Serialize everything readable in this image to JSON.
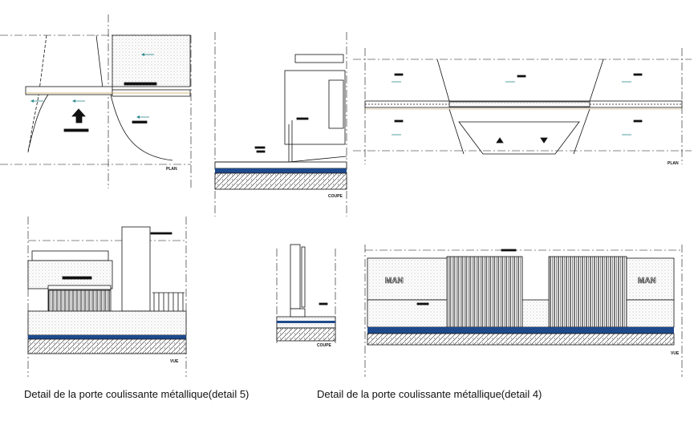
{
  "captions": {
    "detail5": "Detail de la porte coulissante métallique(detail 5)",
    "detail4": "Detail de la porte coulissante métallique(detail 4)"
  },
  "labels": {
    "plan": "PLAN",
    "coupe": "COUPE",
    "vue": "VUE",
    "logo": "MAN"
  },
  "colors": {
    "line": "#111111",
    "stipple": "#9a9a9a",
    "water_band": "#1e4a8c",
    "accent_arrow": "#2e8b8b"
  }
}
